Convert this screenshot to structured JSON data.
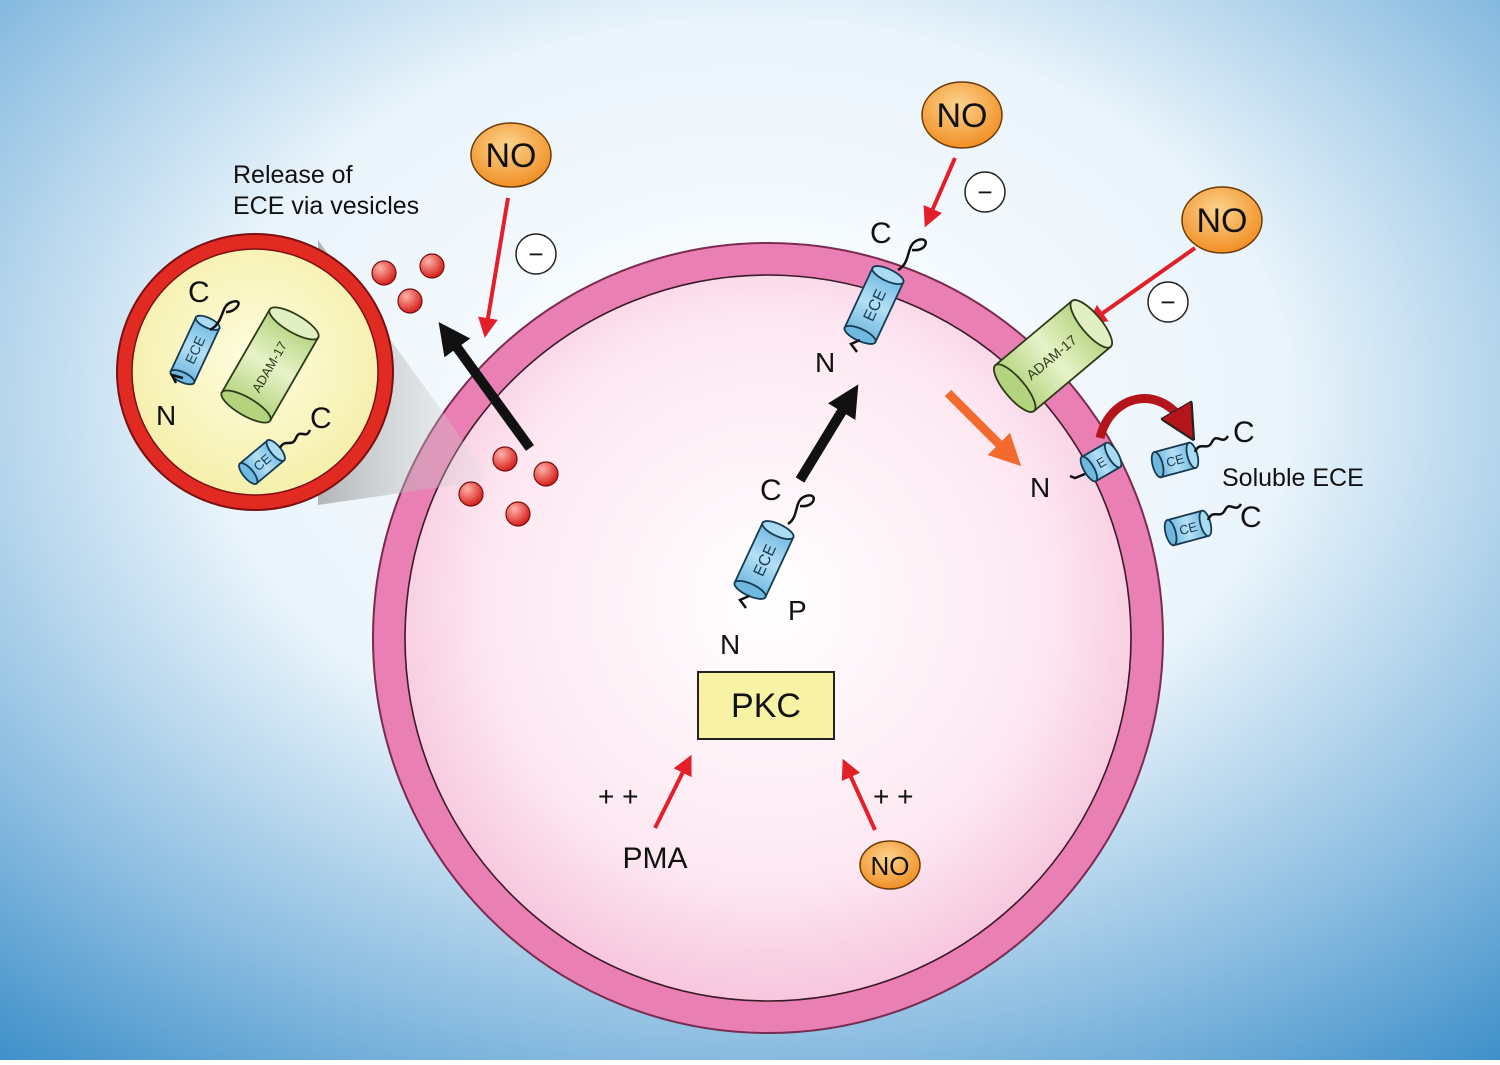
{
  "labels": {
    "vesicle_release": [
      "Release of",
      "ECE via vesicles"
    ],
    "soluble_ece": "Soluble ECE",
    "pkc": "PKC",
    "pma": "PMA",
    "no": "NO",
    "minus": "−",
    "plusplus": "+ +",
    "ece": "ECE",
    "ece_partial": "CE",
    "ece_fragment": "E",
    "adam17": "ADAM-17",
    "n_terminus": "N",
    "c_terminus": "C",
    "phosphate": "P"
  },
  "colors": {
    "background_top": "#ffffff",
    "background_bottom": "#3d8fc9",
    "cell_membrane": "#e97fb3",
    "cell_interior": "#fce6f1",
    "no_bubble": "#f6a53a",
    "arrow_red": "#e3202a",
    "arrow_orange": "#f26a2e",
    "arrow_black": "#111111",
    "ece_cylinder": "#8fcbe9",
    "adam17_cylinder": "#cfe6a7",
    "pkc_box": "#f8f3a4",
    "vesicle": "#e23a3a",
    "inset_ring": "#e02a22"
  }
}
